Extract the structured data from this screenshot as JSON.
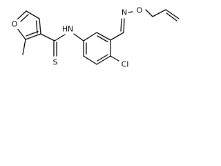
{
  "colors": {
    "background": "#ffffff",
    "bond": "#000000",
    "label": "#000000"
  },
  "atoms": {
    "furan_oxygen": "O",
    "amide_nitrogen": "N",
    "amide_hydrogen": "H",
    "thione_sulfur": "S",
    "chlorine": "Cl",
    "oxime_nitrogen": "N",
    "oxime_oxygen": "O"
  }
}
